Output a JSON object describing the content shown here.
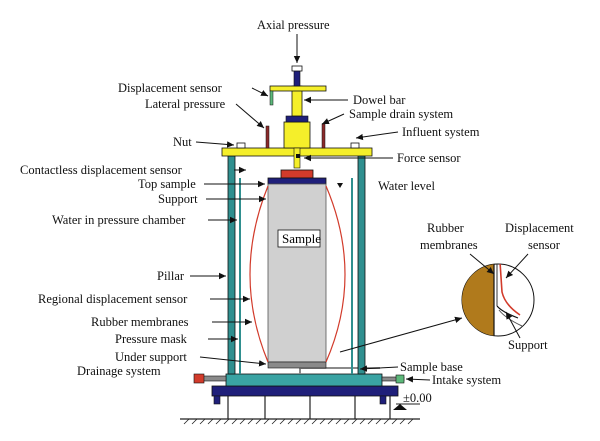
{
  "labels": {
    "axial_pressure": "Axial pressure",
    "displacement_sensor": "Displacement sensor",
    "lateral_pressure": "Lateral pressure",
    "dowel_bar": "Dowel bar",
    "sample_drain_system": "Sample drain system",
    "nut": "Nut",
    "influent_system": "Influent system",
    "contactless_displacement_sensor": "Contactless displacement sensor",
    "force_sensor": "Force sensor",
    "top_sample": "Top sample",
    "water_level": "Water level",
    "support": "Support",
    "water_in_pressure_chamber": "Water in pressure chamber",
    "sample": "Sample",
    "pillar": "Pillar",
    "regional_displacement_sensor": "Regional displacement sensor",
    "rubber_membranes": "Rubber membranes",
    "pressure_mask": "Pressure mask",
    "under_support": "Under support",
    "drainage_system": "Drainage system",
    "sample_base": "Sample base",
    "intake_system": "Intake system",
    "elevation": "±0.00"
  },
  "detail": {
    "rubber_membranes_line1": "Rubber",
    "rubber_membranes_line2": "membranes",
    "displacement_sensor_line1": "Displacement",
    "displacement_sensor_line2": "sensor",
    "support": "Support"
  },
  "colors": {
    "frame_yellow": "#f5ef2a",
    "pillar_teal": "#2f8f8f",
    "base_navy": "#1f1f7a",
    "sample_gray": "#d0d0d0",
    "membrane_red": "#d23b2b",
    "detail_brown": "#b07a1c",
    "base_plate_teal": "#3aa3a3"
  }
}
